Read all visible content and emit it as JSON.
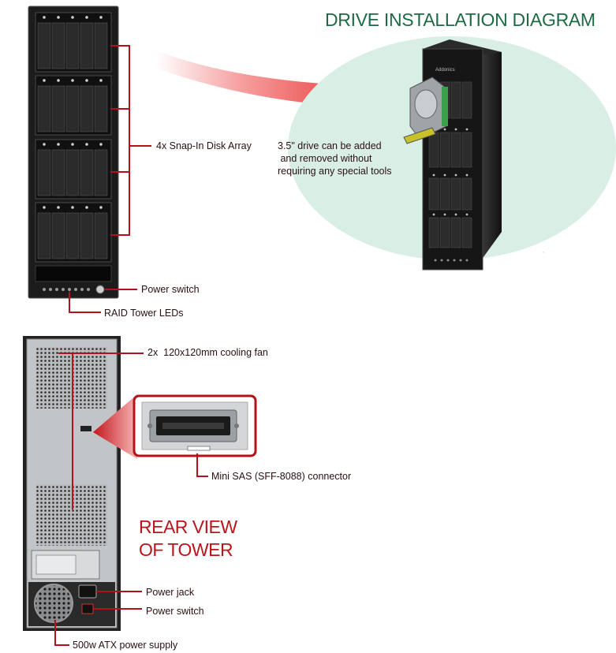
{
  "title": "DRIVE INSTALLATION DIAGRAM",
  "rear_view": {
    "line1": "REAR VIEW",
    "line2": "OF TOWER"
  },
  "note": {
    "line1": "3.5\" drive can be added",
    "line2": " and removed without",
    "line3": "requiring any special tools"
  },
  "callouts": {
    "disk_array": "4x Snap-In Disk Array",
    "front_power_switch": "Power switch",
    "leds": "RAID Tower LEDs",
    "fan": "2x  120x120mm cooling fan",
    "connector": "Mini SAS (SFF-8088) connector",
    "power_jack": "Power jack",
    "rear_power_switch": "Power switch",
    "psu": "500w ATX power supply"
  },
  "tower_brand": "Addonics",
  "colors": {
    "title": "#1d6a45",
    "rear_view": "#b8161c",
    "leader_lines": "#b3121a",
    "arrow": "#e41e1e",
    "ellipse": "#d9efe6",
    "tower": "#1c1c1c"
  }
}
